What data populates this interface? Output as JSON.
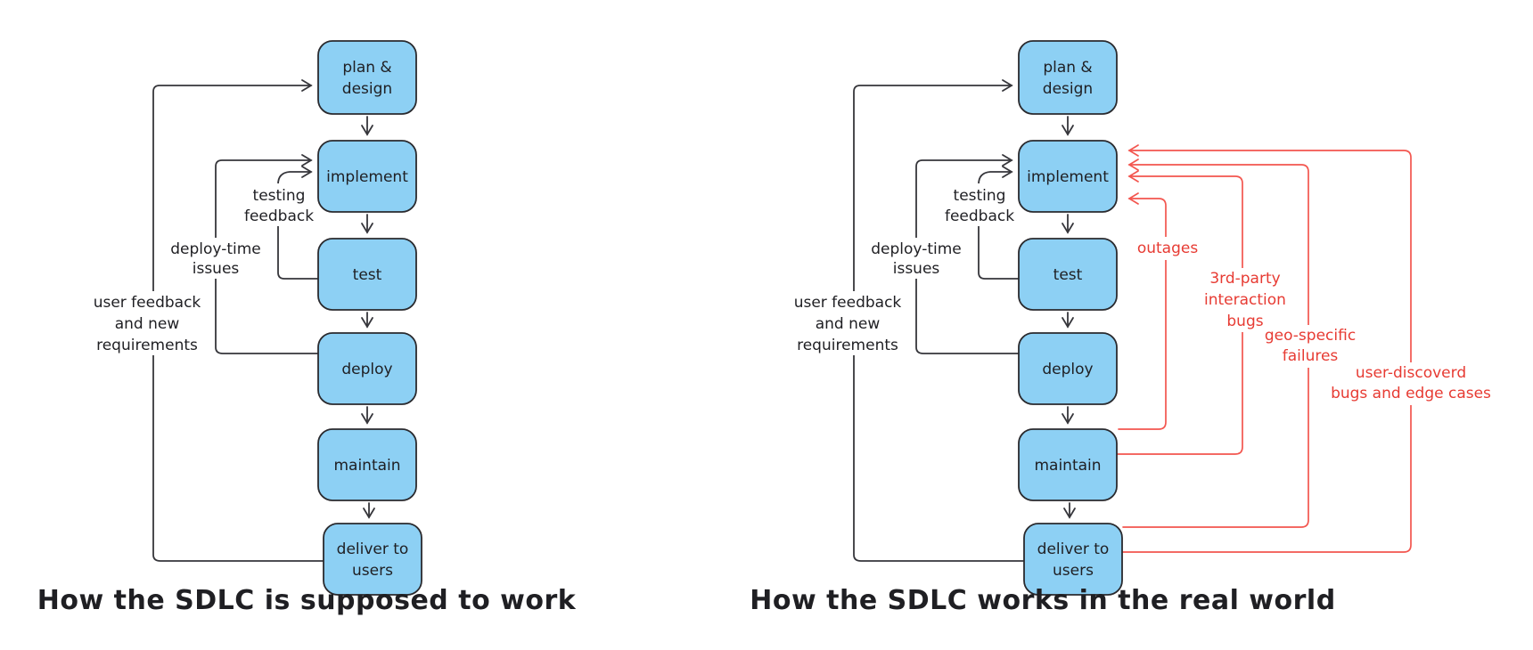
{
  "diagram": {
    "left_title": "How the SDLC is supposed to work",
    "right_title": "How the SDLC works in the real world",
    "nodes": {
      "plan": {
        "lines": [
          "plan &",
          "design"
        ]
      },
      "implement": {
        "label": "implement"
      },
      "test": {
        "label": "test"
      },
      "deploy": {
        "label": "deploy"
      },
      "maintain": {
        "label": "maintain"
      },
      "deliver": {
        "lines": [
          "deliver to",
          "users"
        ]
      }
    },
    "feedback": {
      "testing": {
        "lines": [
          "testing",
          "feedback"
        ]
      },
      "deploy_time": {
        "lines": [
          "deploy-time",
          "issues"
        ]
      },
      "user": {
        "lines": [
          "user feedback",
          "and new",
          "requirements"
        ]
      }
    },
    "failures": {
      "outages": {
        "label": "outages"
      },
      "third_party": {
        "lines": [
          "3rd-party",
          "interaction",
          "bugs"
        ]
      },
      "geo": {
        "lines": [
          "geo-specific",
          "failures"
        ]
      },
      "user_discovered": {
        "lines": [
          "user-discoverd",
          "bugs and edge cases"
        ]
      }
    },
    "colors": {
      "node_fill": "#8dd0f4",
      "node_stroke": "#2a2a2e",
      "line_black": "#36363b",
      "line_red": "#f3564f",
      "text_red": "#e73b33",
      "text_black": "#1f1f23",
      "background": "#ffffff"
    }
  }
}
